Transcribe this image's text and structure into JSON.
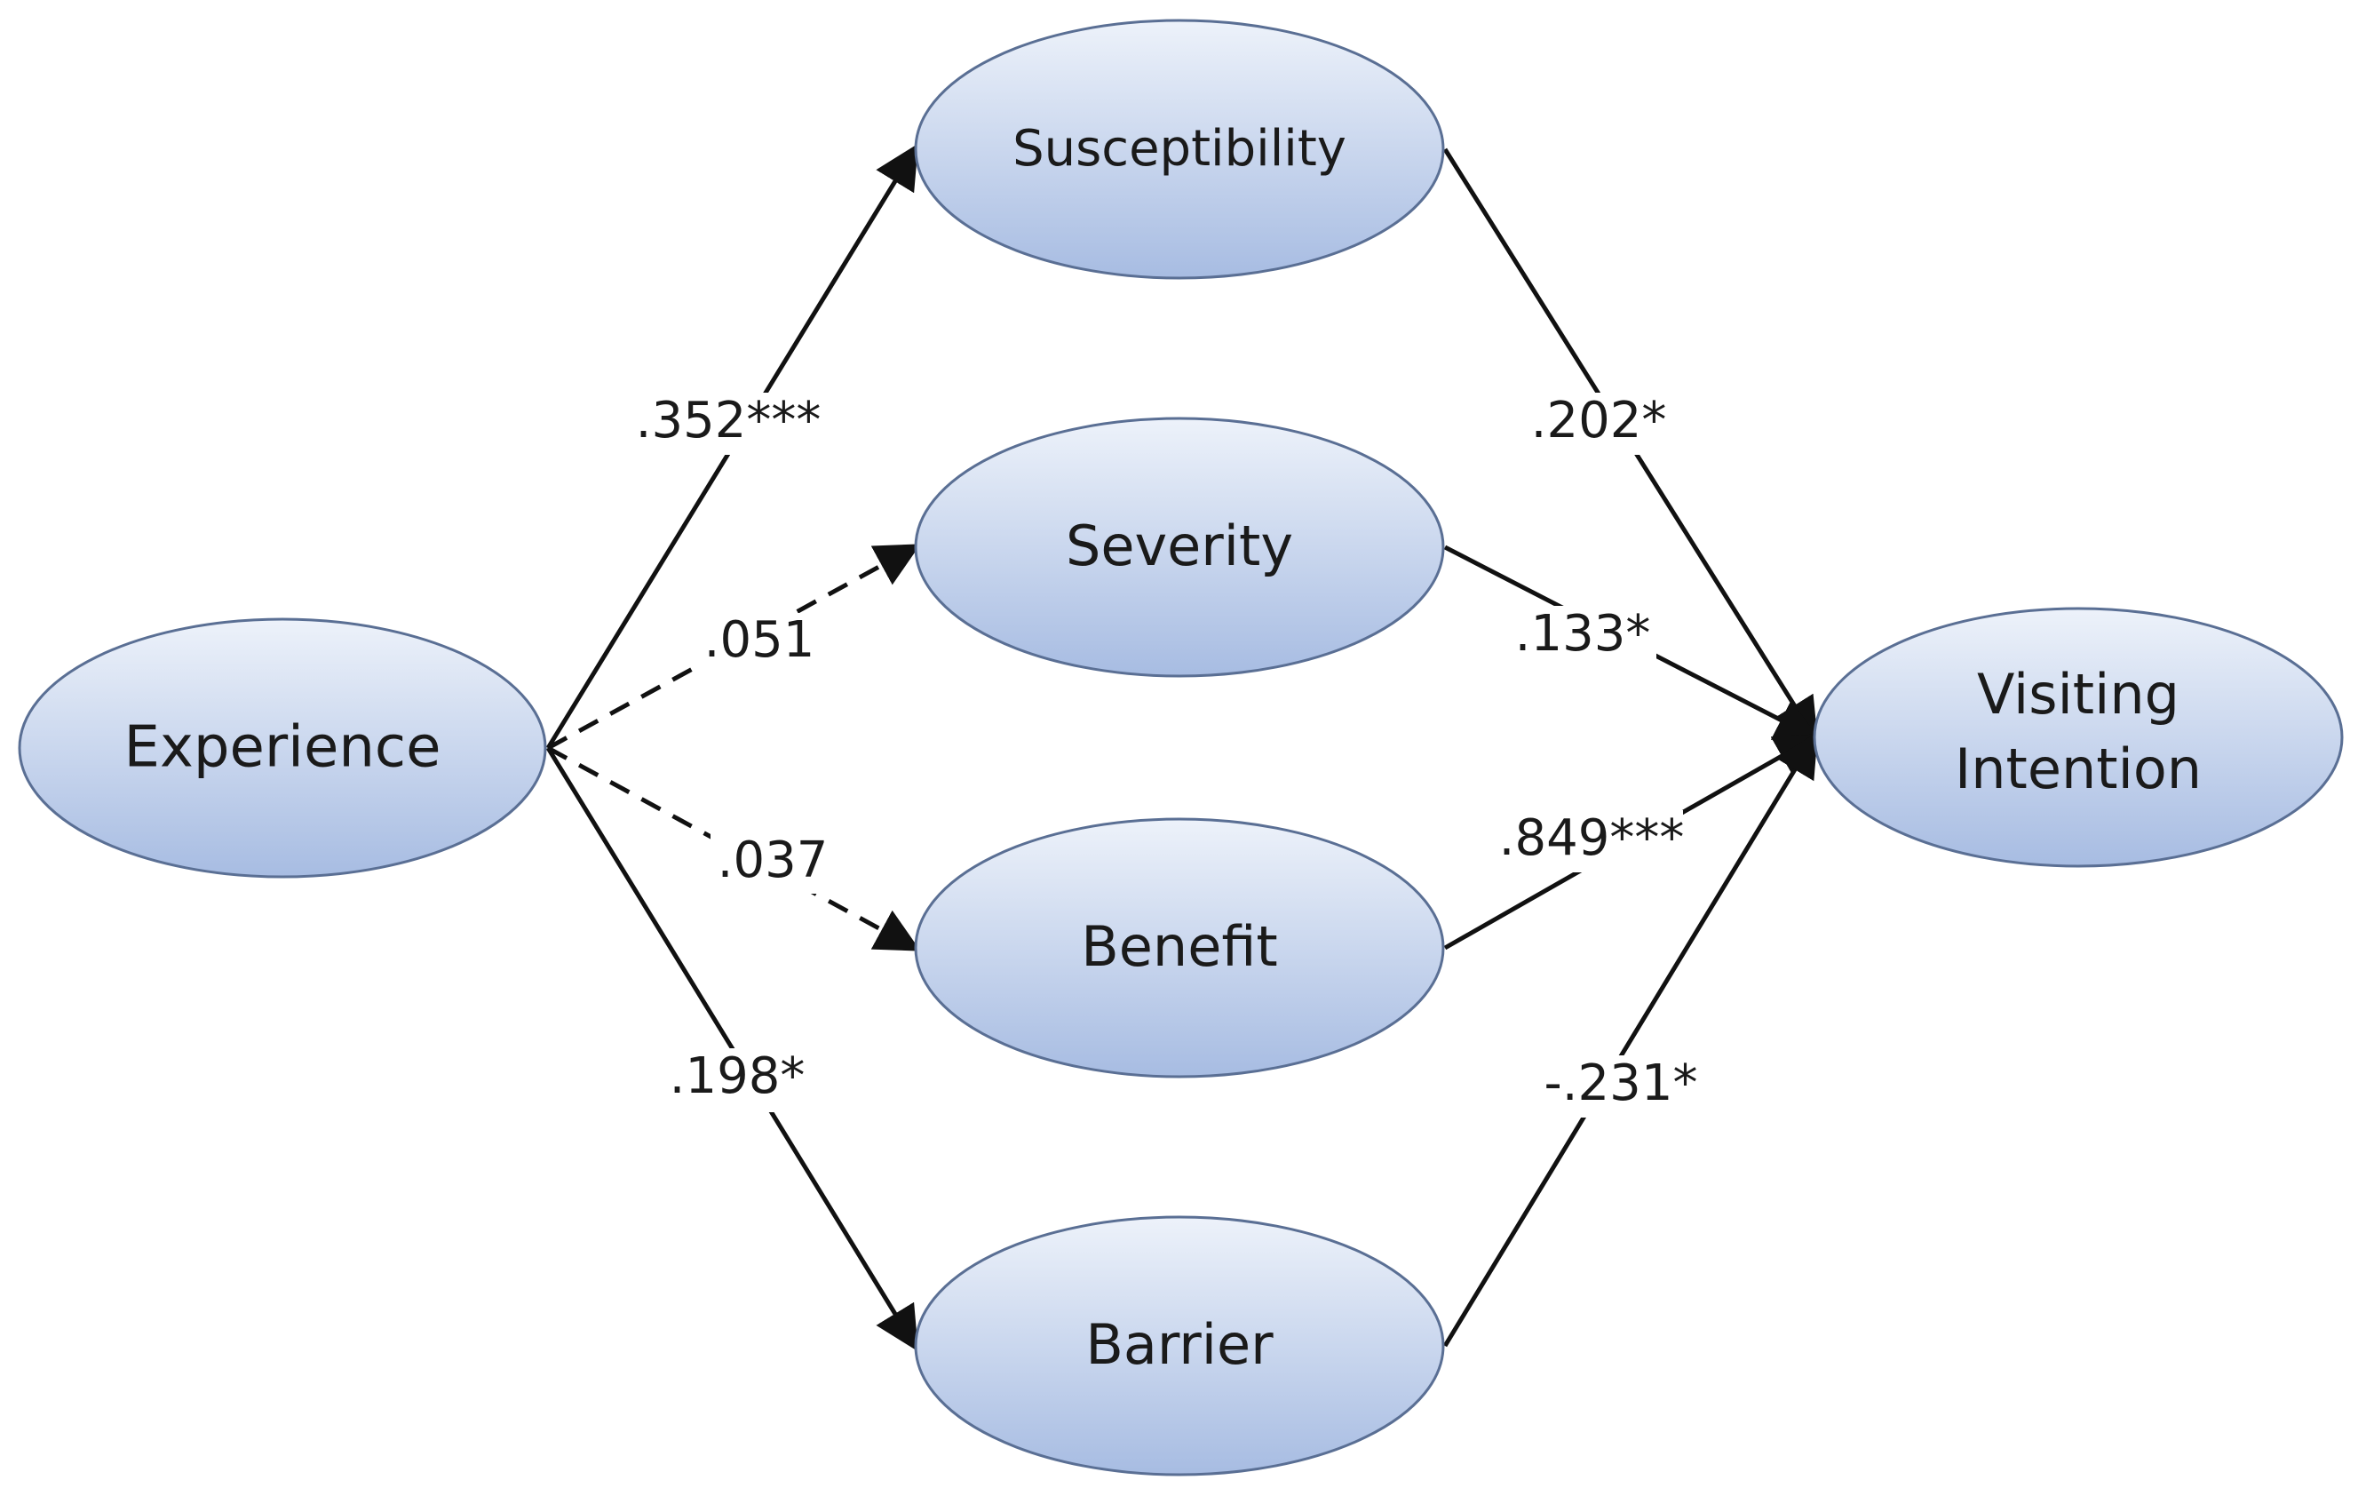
{
  "nodes": {
    "experience": "Experience",
    "susceptibility": "Susceptibility",
    "severity": "Severity",
    "benefit": "Benefit",
    "barrier": "Barrier",
    "visiting_line1": "Visiting",
    "visiting_line2": "Intention"
  },
  "paths": [
    {
      "from": "Experience",
      "to": "Susceptibility",
      "coefficient": ".352***",
      "significant": true
    },
    {
      "from": "Experience",
      "to": "Severity",
      "coefficient": ".051",
      "significant": false
    },
    {
      "from": "Experience",
      "to": "Benefit",
      "coefficient": ".037",
      "significant": false
    },
    {
      "from": "Experience",
      "to": "Barrier",
      "coefficient": ".198*",
      "significant": true
    },
    {
      "from": "Susceptibility",
      "to": "Visiting Intention",
      "coefficient": ".202*",
      "significant": true
    },
    {
      "from": "Severity",
      "to": "Visiting Intention",
      "coefficient": ".133*",
      "significant": true
    },
    {
      "from": "Benefit",
      "to": "Visiting Intention",
      "coefficient": ".849***",
      "significant": true
    },
    {
      "from": "Barrier",
      "to": "Visiting Intention",
      "coefficient": "-.231*",
      "significant": true
    }
  ],
  "colors": {
    "node_fill_top": "#e8eef8",
    "node_fill_bottom": "#a9bde2",
    "node_stroke": "#5a6f94",
    "arrow": "#111111"
  }
}
